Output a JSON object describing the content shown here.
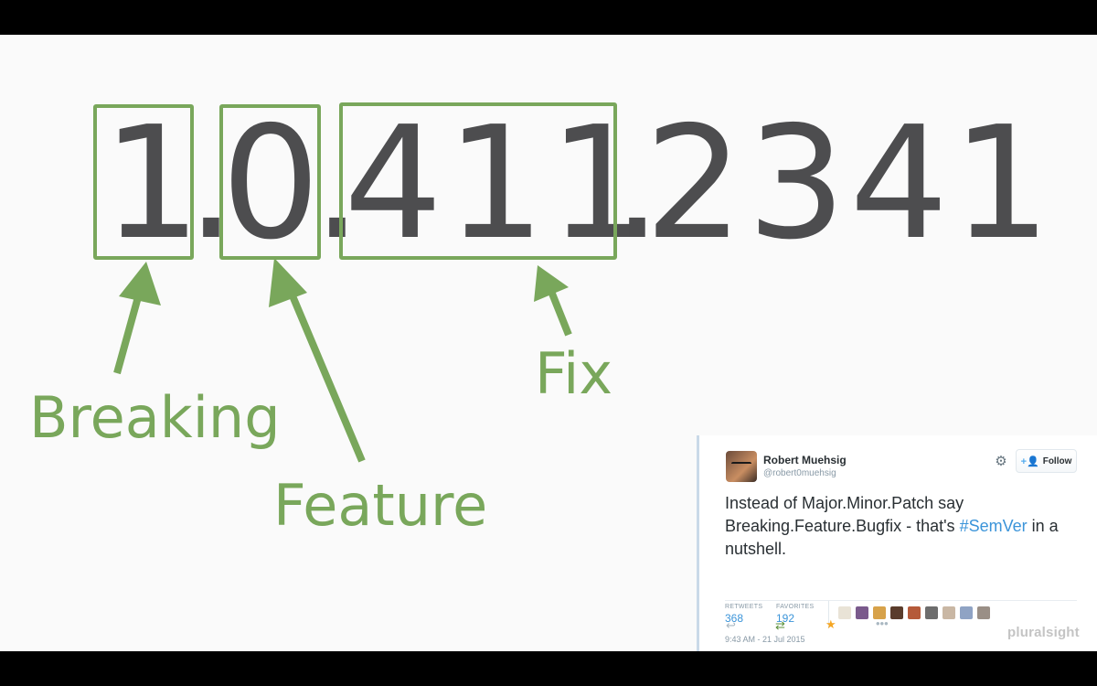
{
  "slide": {
    "version_parts": [
      "1",
      ".",
      "0",
      ".",
      "411",
      ".",
      "2341"
    ],
    "labels": {
      "breaking": "Breaking",
      "feature": "Feature",
      "fix": "Fix"
    },
    "accent_color": "#79a75b",
    "text_color": "#4d4d4f"
  },
  "tweet": {
    "author_name": "Robert Muehsig",
    "author_handle": "@robert0muehsig",
    "follow_label": "Follow",
    "body_before": "Instead of Major.Minor.Patch say Breaking.Feature.Bugfix - that's ",
    "hashtag": "#SemVer",
    "body_after": " in a nutshell.",
    "retweets_label": "RETWEETS",
    "retweets_value": "368",
    "favorites_label": "FAVORITES",
    "favorites_value": "192",
    "timestamp": "9:43 AM - 21 Jul 2015",
    "icons": {
      "settings": "gear-icon",
      "follow": "add-user-icon",
      "reply": "reply-icon",
      "retweet": "retweet-icon",
      "favorite": "star-icon",
      "more": "more-icon"
    }
  },
  "watermark": {
    "text": "pluralsight"
  }
}
